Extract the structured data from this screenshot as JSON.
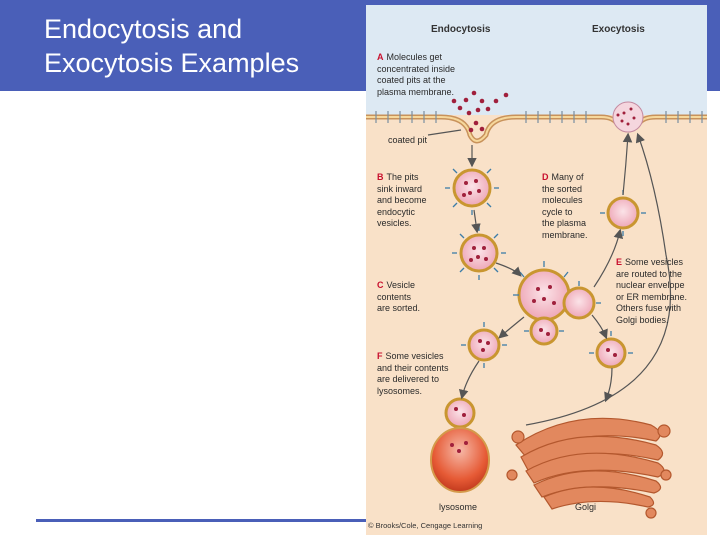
{
  "slide": {
    "title_lines": [
      "Endocytosis and",
      "Exocytosis Examples"
    ]
  },
  "figure": {
    "column_heads": {
      "left": "Endocytosis",
      "right": "Exocytosis"
    },
    "labels": {
      "A": {
        "letter": "A",
        "lines": [
          "Molecules get",
          "concentrated inside",
          "coated pits at the",
          "plasma membrane."
        ]
      },
      "B": {
        "letter": "B",
        "lines": [
          "The pits",
          "sink inward",
          "and become",
          "endocytic",
          "vesicles."
        ]
      },
      "C": {
        "letter": "C",
        "lines": [
          "Vesicle",
          "contents",
          "are sorted."
        ]
      },
      "D": {
        "letter": "D",
        "lines": [
          "Many of",
          "the sorted",
          "molecules",
          "cycle to",
          "the plasma",
          "membrane."
        ]
      },
      "E": {
        "letter": "E",
        "lines": [
          "Some vesicles",
          "are routed to the",
          "nuclear envelope",
          "or ER membrane.",
          "Others fuse with",
          "Golgi bodies."
        ]
      },
      "F": {
        "letter": "F",
        "lines": [
          "Some vesicles",
          "and their contents",
          "are delivered to",
          "lysosomes."
        ]
      }
    },
    "coated_pit_label": "coated pit",
    "lysosome_label": "lysosome",
    "golgi_label": "Golgi",
    "credit": "© Brooks/Cole, Cengage Learning",
    "colors": {
      "title_band": "#4a5fb8",
      "extracellular": "#dde9f3",
      "cytoplasm": "#f9e1c8",
      "vesicle_fill": "#f2b7c3",
      "cargo_dot": "#a0203c",
      "coat_spike": "#3d7da8",
      "golgi": "#e2885e",
      "lysosome": "#e5542c"
    }
  }
}
